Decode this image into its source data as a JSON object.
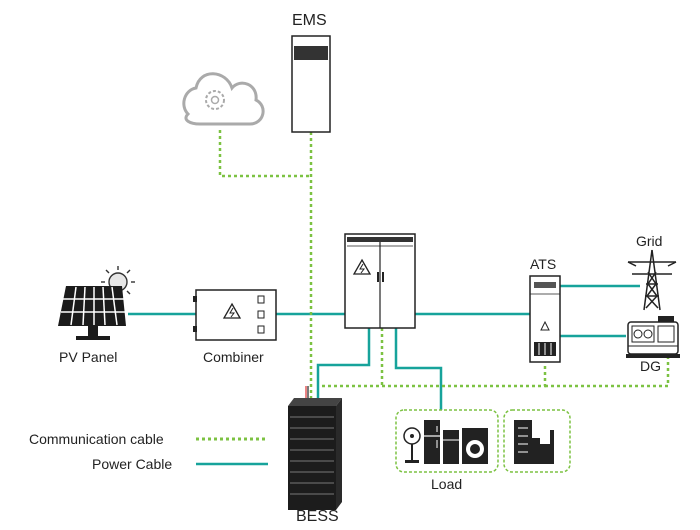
{
  "labels": {
    "ems": "EMS",
    "pv_panel": "PV Panel",
    "combiner": "Combiner",
    "ats": "ATS",
    "grid": "Grid",
    "dg": "DG",
    "load": "Load",
    "bess": "BESS"
  },
  "legend": {
    "communication": "Communication cable",
    "power": "Power Cable"
  },
  "colors": {
    "communication_cable": "#7cc242",
    "power_cable": "#17a39b",
    "equipment_outline": "#222222",
    "load_box_outline": "#7cc242",
    "cloud": "#aaaaaa"
  },
  "icons": {
    "cloud": "cloud-gear-icon",
    "ems": "ems-cabinet-icon",
    "pv": "solar-panel-icon",
    "sun": "sun-icon",
    "combiner": "combiner-box-icon",
    "pcs": "inverter-cabinet-icon",
    "ats": "ats-cabinet-icon",
    "grid": "transmission-tower-icon",
    "dg": "diesel-generator-icon",
    "bess": "battery-rack-icon",
    "load_home": "household-appliances-icon",
    "load_industry": "industrial-building-icon"
  }
}
